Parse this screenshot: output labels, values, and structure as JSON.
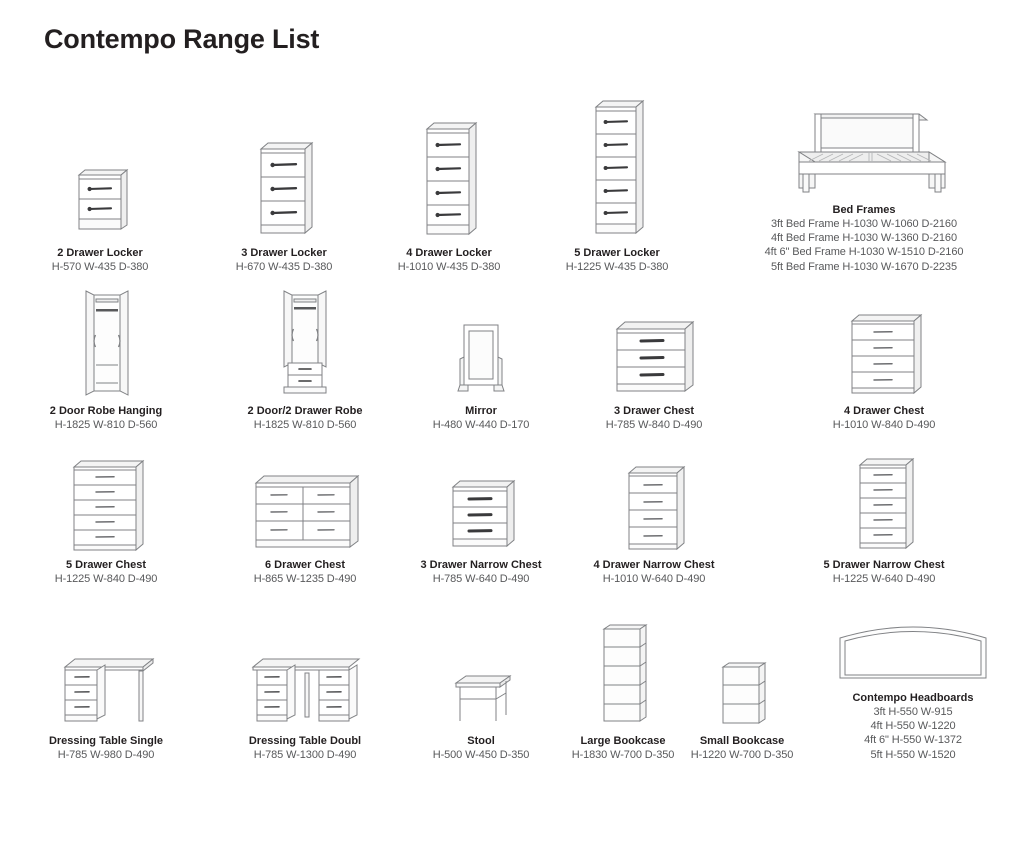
{
  "page": {
    "title": "Contempo Range List"
  },
  "rows": [
    {
      "id": "row-lockers-beds",
      "items": [
        {
          "name": "2 Drawer Locker",
          "art": "locker-2",
          "specs": [
            "H-570 W-435 D-380"
          ]
        },
        {
          "name": "3 Drawer Locker",
          "art": "locker-3",
          "specs": [
            "H-670 W-435 D-380"
          ]
        },
        {
          "name": "4 Drawer Locker",
          "art": "locker-4",
          "specs": [
            "H-1010 W-435 D-380"
          ]
        },
        {
          "name": "5 Drawer Locker",
          "art": "locker-5",
          "specs": [
            "H-1225 W-435 D-380"
          ]
        },
        {
          "name": "Bed Frames",
          "art": "bed-frame",
          "specs": [
            "3ft Bed Frame H-1030 W-1060 D-2160",
            "4ft Bed Frame H-1030 W-1360 D-2160",
            "4ft 6\" Bed Frame H-1030 W-1510 D-2160",
            "5ft Bed Frame H-1030 W-1670 D-2235"
          ]
        }
      ]
    },
    {
      "id": "row-robes-mirror-chests",
      "items": [
        {
          "name": "2 Door Robe Hanging",
          "art": "robe-hanging",
          "specs": [
            "H-1825 W-810 D-560"
          ]
        },
        {
          "name": "2 Door/2 Drawer Robe",
          "art": "robe-drawer",
          "specs": [
            "H-1825 W-810 D-560"
          ]
        },
        {
          "name": "Mirror",
          "art": "mirror",
          "specs": [
            "H-480 W-440 D-170"
          ]
        },
        {
          "name": "3 Drawer Chest",
          "art": "chest-3",
          "specs": [
            "H-785 W-840 D-490"
          ]
        },
        {
          "name": "4 Drawer Chest",
          "art": "chest-4",
          "specs": [
            "H-1010 W-840 D-490"
          ]
        }
      ]
    },
    {
      "id": "row-chests",
      "items": [
        {
          "name": "5 Drawer Chest",
          "art": "chest-5",
          "specs": [
            "H-1225 W-840 D-490"
          ]
        },
        {
          "name": "6 Drawer Chest",
          "art": "chest-6",
          "specs": [
            "H-865 W-1235 D-490"
          ]
        },
        {
          "name": "3 Drawer Narrow Chest",
          "art": "narrow-chest-3",
          "specs": [
            "H-785 W-640 D-490"
          ]
        },
        {
          "name": "4 Drawer Narrow Chest",
          "art": "narrow-chest-4",
          "specs": [
            "H-1010 W-640 D-490"
          ]
        },
        {
          "name": "5 Drawer Narrow Chest",
          "art": "narrow-chest-5",
          "specs": [
            "H-1225 W-640 D-490"
          ]
        }
      ]
    },
    {
      "id": "row-tables-bookcases-headboards",
      "items": [
        {
          "name": "Dressing Table Single",
          "art": "dressing-single",
          "specs": [
            "H-785 W-980 D-490"
          ]
        },
        {
          "name": "Dressing Table Doubl",
          "art": "dressing-double",
          "specs": [
            "H-785 W-1300 D-490"
          ]
        },
        {
          "name": "Stool",
          "art": "stool",
          "specs": [
            "H-500 W-450 D-350"
          ]
        },
        {
          "name": "Large Bookcase",
          "art": "bookcase-large",
          "specs": [
            "H-1830 W-700 D-350"
          ]
        },
        {
          "name": "Small Bookcase",
          "art": "bookcase-small",
          "specs": [
            "H-1220 W-700 D-350"
          ]
        },
        {
          "name": "Contempo Headboards",
          "art": "headboard",
          "specs": [
            "3ft H-550 W-915",
            "4ft H-550 W-1220",
            "4ft 6\" H-550 W-1372",
            "5ft H-550 W-1520"
          ]
        }
      ]
    }
  ],
  "colors": {
    "ink": "#231f20",
    "spec_text": "#58595b",
    "line": "#808285",
    "fill": "#ffffff",
    "handle": "#3a3a3c",
    "shade": "#f2f2f2"
  }
}
